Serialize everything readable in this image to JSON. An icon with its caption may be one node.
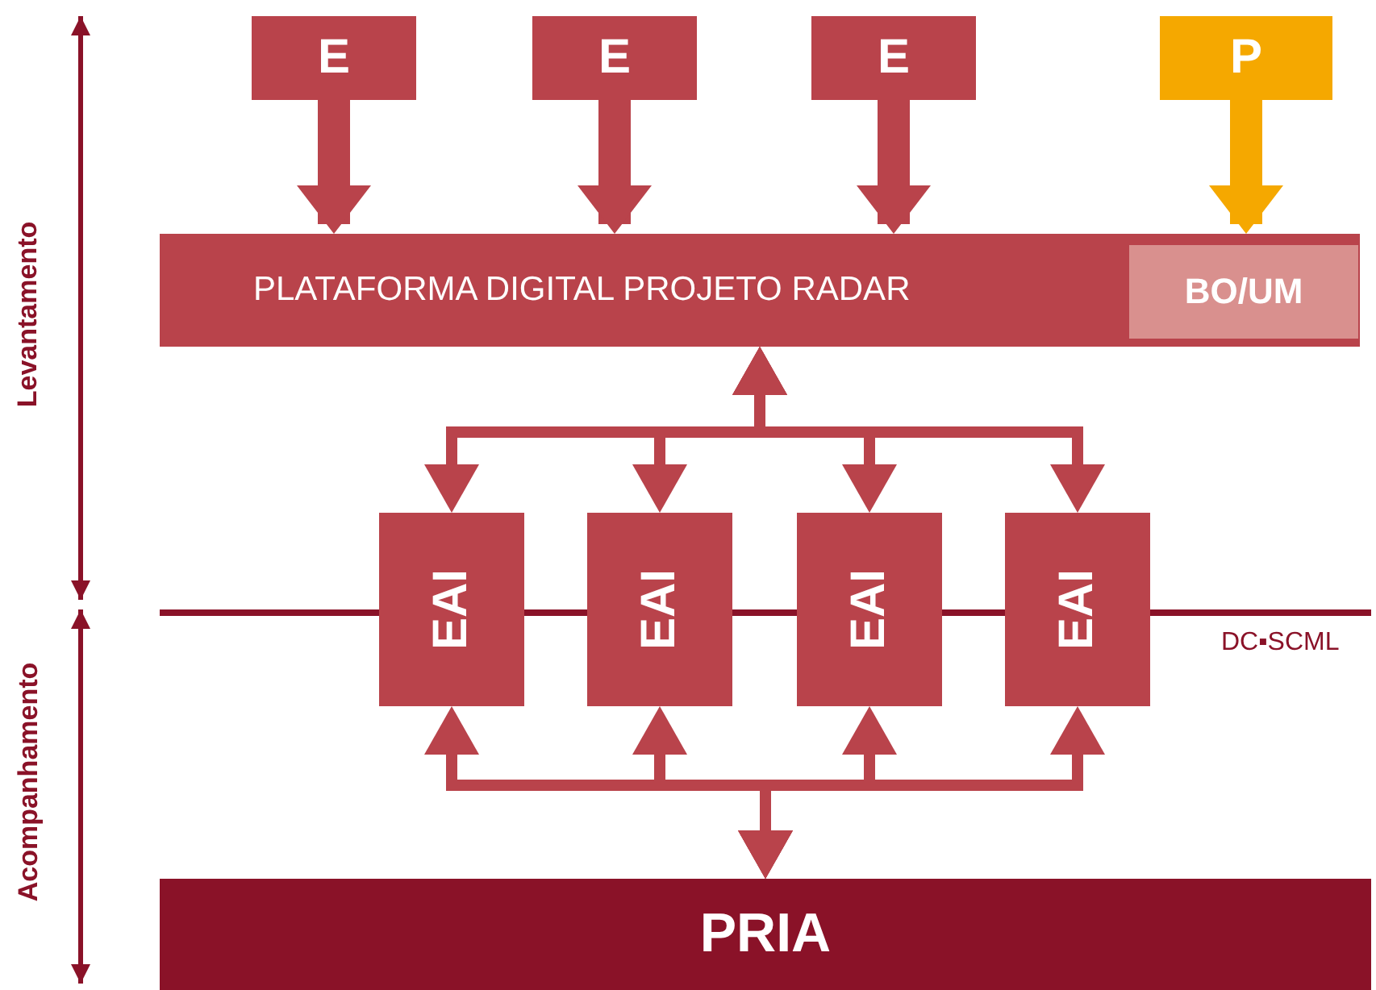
{
  "diagram": {
    "nodes": [
      {
        "text": [
          "E"
        ]
      },
      {
        "text": [
          "E"
        ]
      },
      {
        "text": [
          "E"
        ]
      },
      {
        "text": [
          "P"
        ]
      },
      {
        "text": [
          "PLATAFORMA DIGITAL PROJETO RADAR"
        ]
      },
      {
        "text": [
          "BO/UM"
        ],
        "in": 4
      },
      {
        "text": [
          "EAI"
        ]
      },
      {
        "text": [
          "EAI"
        ]
      },
      {
        "text": [
          "EAI"
        ]
      },
      {
        "text": [
          "EAI"
        ]
      },
      {
        "text": [
          "PRIA"
        ]
      }
    ],
    "edges": [
      {
        "from": 0,
        "to": 4,
        "arrow": "to",
        "style": "thick"
      },
      {
        "from": 1,
        "to": 4,
        "arrow": "to",
        "style": "thick"
      },
      {
        "from": 2,
        "to": 4,
        "arrow": "to",
        "style": "thick"
      },
      {
        "from": 3,
        "to": 4,
        "arrow": "to",
        "style": "thick",
        "color": "#f5a800"
      },
      {
        "from": 4,
        "to": 6,
        "arrow": "both"
      },
      {
        "from": 4,
        "to": 7,
        "arrow": "both"
      },
      {
        "from": 4,
        "to": 8,
        "arrow": "both"
      },
      {
        "from": 4,
        "to": 9,
        "arrow": "both"
      },
      {
        "from": 6,
        "to": 10,
        "arrow": "both"
      },
      {
        "from": 7,
        "to": 10,
        "arrow": "both"
      },
      {
        "from": 8,
        "to": 10,
        "arrow": "both"
      },
      {
        "from": 9,
        "to": 10,
        "arrow": "both"
      }
    ],
    "labels": [
      "Levantamento",
      "Acompanhamento",
      "DC▪SCML"
    ]
  }
}
